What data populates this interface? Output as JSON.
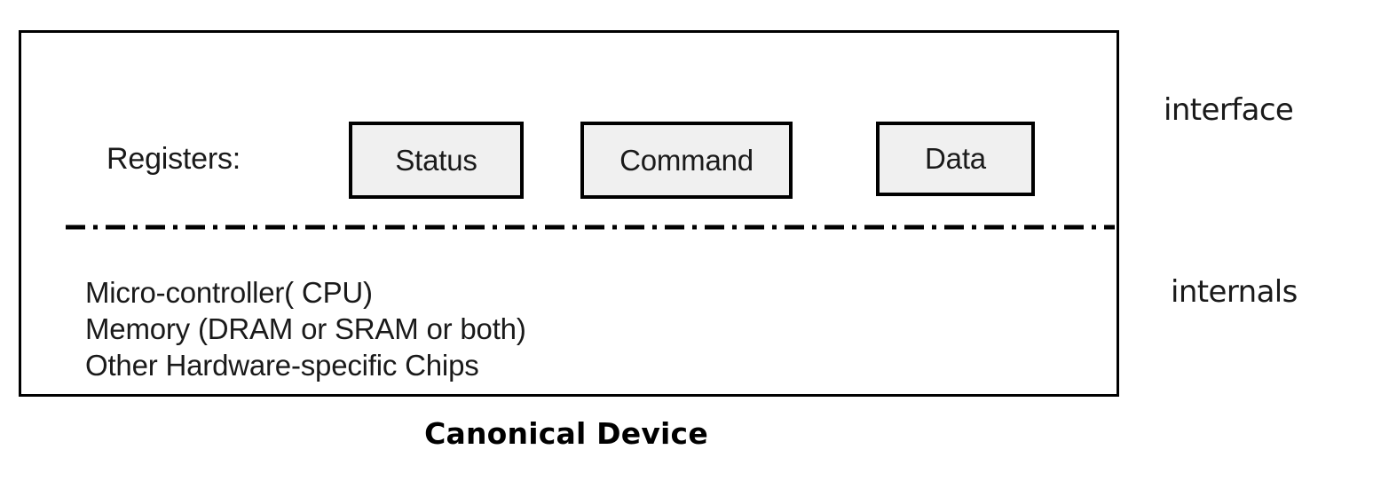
{
  "diagram": {
    "caption": "Canonical Device",
    "device_box": {
      "registers_label": "Registers:",
      "registers": [
        {
          "name": "status-register",
          "label": "Status"
        },
        {
          "name": "command-register",
          "label": "Command"
        },
        {
          "name": "data-register",
          "label": "Data"
        }
      ],
      "separator_style": "dash-dot",
      "internals_lines": [
        "Micro-controller( CPU)",
        "Memory (DRAM or SRAM or both)",
        "Other Hardware-specific Chips"
      ]
    },
    "side_labels": {
      "interface": "interface",
      "internals": "internals"
    },
    "colors": {
      "stroke": "#000000",
      "register_fill": "#f0f0f0",
      "background": "#ffffff",
      "text": "#1a1a1a"
    }
  }
}
